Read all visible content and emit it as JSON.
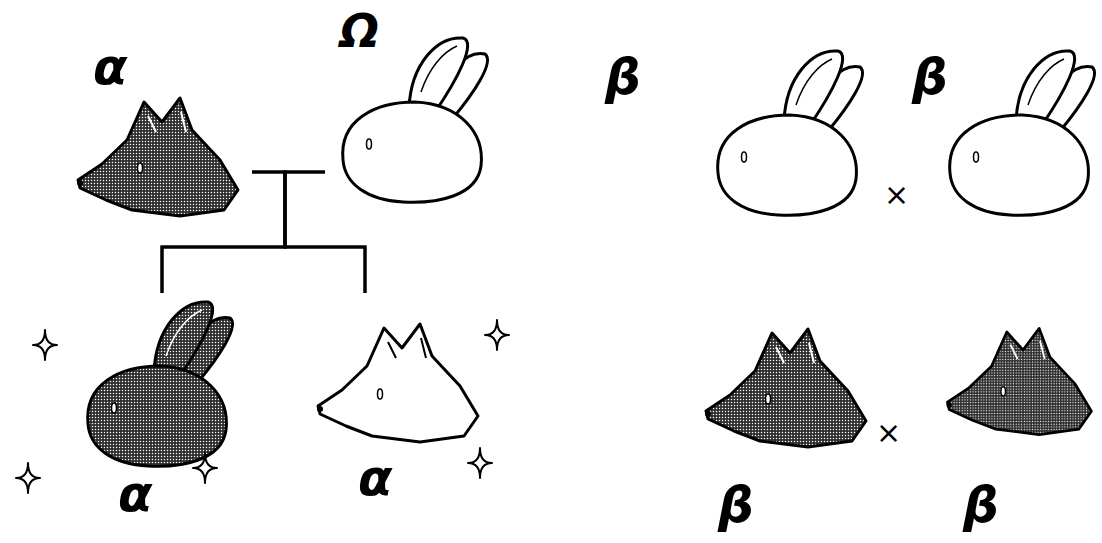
{
  "diagram": {
    "nodes": [
      {
        "text": [
          "α"
        ]
      },
      {
        "text": [
          "Ω"
        ]
      },
      {
        "text": [
          "α"
        ]
      },
      {
        "text": [
          "α"
        ]
      },
      {
        "text": [
          "β"
        ]
      },
      {
        "text": [
          "β"
        ]
      },
      {
        "text": [
          "β"
        ]
      },
      {
        "text": [
          "β"
        ]
      }
    ],
    "edges": [
      {
        "from": 0,
        "to": 2,
        "arrow": "none"
      },
      {
        "from": 0,
        "to": 3,
        "arrow": "none"
      },
      {
        "from": 1,
        "to": 2,
        "arrow": "none"
      },
      {
        "from": 1,
        "to": 3,
        "arrow": "none"
      }
    ],
    "labels": [
      "×",
      "×"
    ]
  }
}
